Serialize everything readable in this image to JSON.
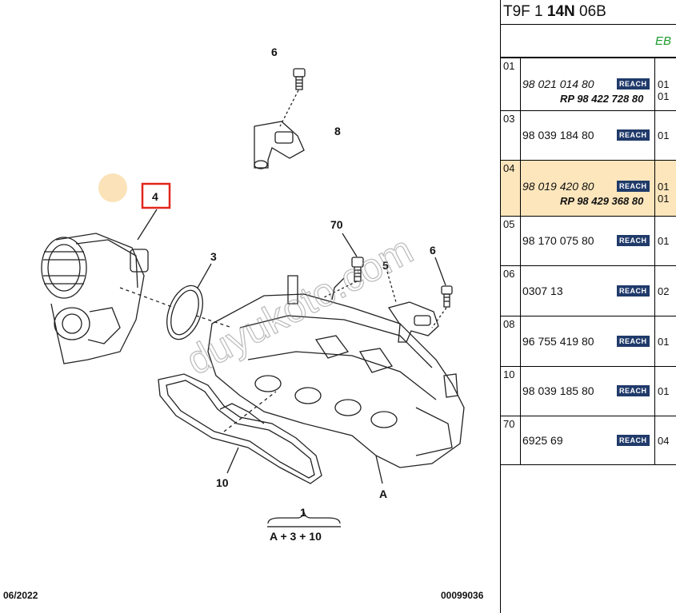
{
  "diagram": {
    "callouts": {
      "c6a": "6",
      "c8": "8",
      "c4": "4",
      "c3": "3",
      "c70": "70",
      "c5": "5",
      "c6b": "6",
      "c10": "10",
      "cA": "A",
      "c1": "1",
      "formula": "A + 3 + 10"
    },
    "watermark": "duyukoto.com",
    "footer_date": "06/2022",
    "footer_ref": "00099036",
    "highlight_color": "#e2261c"
  },
  "panel": {
    "title_pre": "T9F 1 ",
    "title_bold": "14N",
    "title_post": " 06B",
    "subtitle": "EB",
    "rows": [
      {
        "idx": "01",
        "ref": "98 021 014 80",
        "rp": "RP 98 422 728 80",
        "reach": "REACH",
        "q": "01",
        "q2": "01"
      },
      {
        "idx": "03",
        "ref": "98 039 184 80",
        "reach": "REACH",
        "q": "01"
      },
      {
        "idx": "04",
        "ref": "98 019 420 80",
        "rp": "RP 98 429 368 80",
        "reach": "REACH",
        "q": "01",
        "q2": "01"
      },
      {
        "idx": "05",
        "ref": "98 170 075 80",
        "reach": "REACH",
        "q": "01"
      },
      {
        "idx": "06",
        "ref": "0307 13",
        "reach": "REACH",
        "q": "02"
      },
      {
        "idx": "08",
        "ref": "96 755 419 80",
        "reach": "REACH",
        "q": "01"
      },
      {
        "idx": "10",
        "ref": "98 039 185 80",
        "reach": "REACH",
        "q": "01"
      },
      {
        "idx": "70",
        "ref": "6925 69",
        "reach": "REACH",
        "q": "04"
      }
    ]
  }
}
